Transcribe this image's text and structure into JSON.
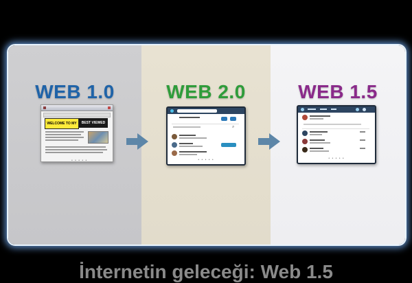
{
  "panels": [
    {
      "title": "WEB 1.0",
      "color": "#1f63a8",
      "background": "#cbcbce",
      "mockup": {
        "banner_text": "WELCOME TO MY PAGE",
        "block_text": "BEST VIEWED"
      }
    },
    {
      "title": "WEB 2.0",
      "color": "#2f9c3a",
      "background": "#e5dfcf"
    },
    {
      "title": "WEB 1.5",
      "color": "#8a2a8a",
      "background": "#f2f2f4"
    }
  ],
  "caption": "İnternetin geleceği: Web 1.5",
  "colors": {
    "frame_glow": "#78b4ff",
    "arrow": "#5d86a8",
    "caption": "#8a8a8a"
  },
  "icons": [
    "arrow-right-icon",
    "arrow-right-icon"
  ]
}
